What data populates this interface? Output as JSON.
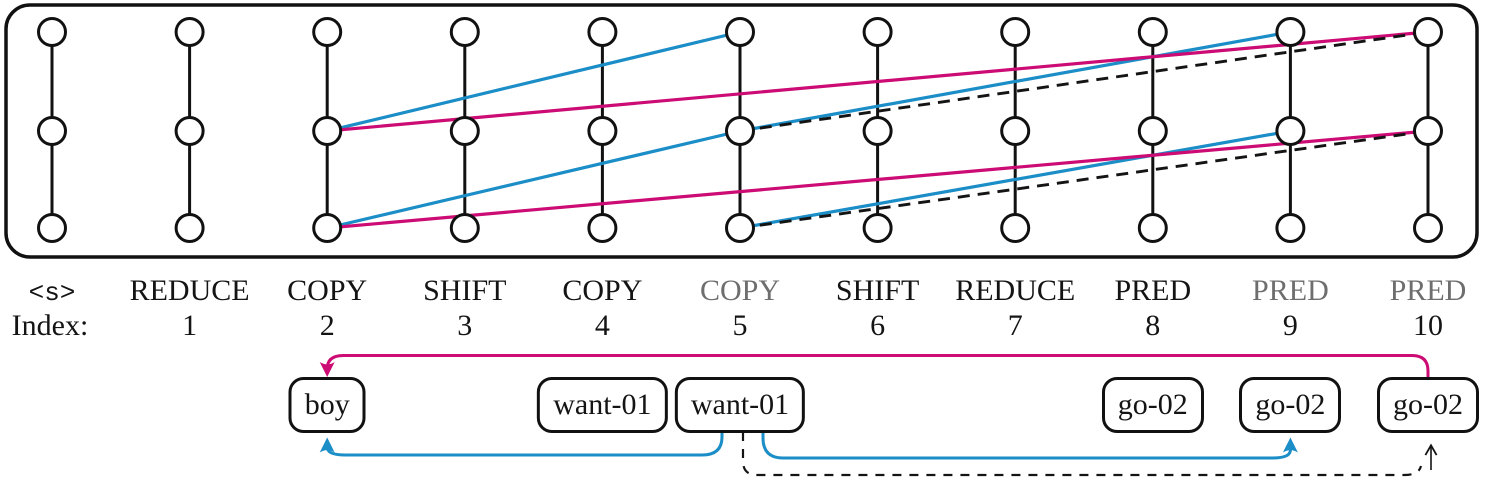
{
  "figure": {
    "index_label": "Index:",
    "colors": {
      "blue": "#1b8dc7",
      "magenta": "#cc0b74",
      "black": "#141414",
      "muted_label": "#6e6e6e",
      "node_stroke": "#111111",
      "background": "#ffffff"
    },
    "steps": [
      {
        "action": "<s>",
        "index": "",
        "muted": false,
        "mono": true
      },
      {
        "action": "REDUCE",
        "index": "1",
        "muted": false,
        "mono": false
      },
      {
        "action": "COPY",
        "index": "2",
        "muted": false,
        "mono": false
      },
      {
        "action": "SHIFT",
        "index": "3",
        "muted": false,
        "mono": false
      },
      {
        "action": "COPY",
        "index": "4",
        "muted": false,
        "mono": false
      },
      {
        "action": "COPY",
        "index": "5",
        "muted": true,
        "mono": false
      },
      {
        "action": "SHIFT",
        "index": "6",
        "muted": false,
        "mono": false
      },
      {
        "action": "REDUCE",
        "index": "7",
        "muted": false,
        "mono": false
      },
      {
        "action": "PRED",
        "index": "8",
        "muted": false,
        "mono": false
      },
      {
        "action": "PRED",
        "index": "9",
        "muted": true,
        "mono": false
      },
      {
        "action": "PRED",
        "index": "10",
        "muted": true,
        "mono": false
      }
    ],
    "grid": {
      "columns": 11,
      "rows": [
        "top",
        "mid",
        "bot"
      ]
    },
    "pointer_edges": [
      {
        "from_col": 2,
        "from_row": "mid",
        "to_col": 5,
        "to_row": "top",
        "color": "blue",
        "dashed": false
      },
      {
        "from_col": 2,
        "from_row": "bot",
        "to_col": 5,
        "to_row": "mid",
        "color": "blue",
        "dashed": false
      },
      {
        "from_col": 5,
        "from_row": "mid",
        "to_col": 9,
        "to_row": "top",
        "color": "blue",
        "dashed": false
      },
      {
        "from_col": 5,
        "from_row": "bot",
        "to_col": 9,
        "to_row": "mid",
        "color": "blue",
        "dashed": false
      },
      {
        "from_col": 2,
        "from_row": "mid",
        "to_col": 10,
        "to_row": "top",
        "color": "magenta",
        "dashed": false
      },
      {
        "from_col": 2,
        "from_row": "bot",
        "to_col": 10,
        "to_row": "mid",
        "color": "magenta",
        "dashed": false
      },
      {
        "from_col": 5,
        "from_row": "mid",
        "to_col": 10,
        "to_row": "top",
        "color": "black",
        "dashed": true
      },
      {
        "from_col": 5,
        "from_row": "bot",
        "to_col": 10,
        "to_row": "mid",
        "color": "black",
        "dashed": true
      }
    ],
    "node_boxes": [
      {
        "label": "boy",
        "col": 2
      },
      {
        "label": "want-01",
        "col": 4
      },
      {
        "label": "want-01",
        "col": 5
      },
      {
        "label": "go-02",
        "col": 8
      },
      {
        "label": "go-02",
        "col": 9
      },
      {
        "label": "go-02",
        "col": 10
      }
    ],
    "arc_arrows": [
      {
        "id": "arc-top-magenta",
        "from_box": 5,
        "to_box": 0,
        "color": "magenta",
        "style": "solid",
        "route": "over"
      },
      {
        "id": "arc-left-blue",
        "from_box": 2,
        "to_box": 0,
        "color": "blue",
        "style": "solid",
        "route": "under"
      },
      {
        "id": "arc-right-blue",
        "from_box": 2,
        "to_box": 4,
        "color": "blue",
        "style": "solid",
        "route": "under"
      },
      {
        "id": "arc-dashed-black",
        "from_box": 2,
        "to_box": 5,
        "color": "black",
        "style": "dashed",
        "route": "under-low"
      }
    ]
  }
}
